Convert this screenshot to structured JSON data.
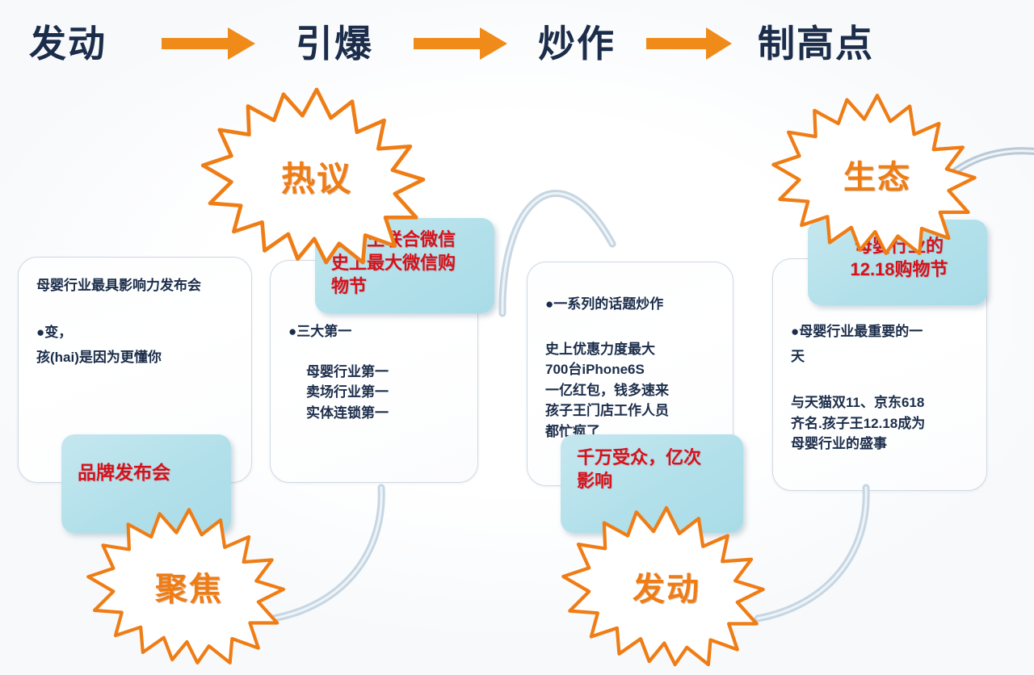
{
  "header": {
    "steps": [
      "发动",
      "引爆",
      "炒作",
      "制高点"
    ],
    "arrow_icon": "right-arrow-icon",
    "text_color": "#1b2d4a",
    "arrow_color": "#f08a18"
  },
  "theme": {
    "accent_orange": "#ef7d16",
    "label_red": "#d6111b",
    "label_box_bg": "#b2e0ea",
    "card_border": "#cfd9e4",
    "arc_color": "#c6d6e2",
    "background": "#ffffff"
  },
  "cards": [
    {
      "id": "card-1",
      "title": "母婴行业最具影响力发布会",
      "bullet": "●变，",
      "sub_lines": [
        "孩(hai)是因为更懂你"
      ],
      "extra_lines": []
    },
    {
      "id": "card-2",
      "title": "",
      "bullet": "●三大第一",
      "sub_lines": [
        "母婴行业第一",
        "卖场行业第一",
        "实体连锁第一"
      ],
      "extra_lines": []
    },
    {
      "id": "card-3",
      "title": "",
      "bullet": "●一系列的话题炒作",
      "sub_lines": [],
      "extra_lines": [
        "史上优惠力度最大",
        "700台iPhone6S",
        "一亿红包，钱多速来",
        "孩子王门店工作人员",
        "都忙疯了"
      ]
    },
    {
      "id": "card-4",
      "title": "",
      "bullet": "●母婴行业最重要的一",
      "sub_lines": [
        "天"
      ],
      "extra_lines": [
        "与天猫双11、京东618",
        "齐名.孩子王12.18成为",
        "母婴行业的盛事"
      ]
    }
  ],
  "labels": [
    {
      "id": "label-brand-launch",
      "lines": [
        "品牌发布会"
      ]
    },
    {
      "id": "label-wechat-festival",
      "lines": [
        "孩子王联合微信",
        "史上最大微信购",
        "物节"
      ]
    },
    {
      "id": "label-audience-impact",
      "lines": [
        "千万受众，亿次",
        "影响"
      ]
    },
    {
      "id": "label-1218-festival",
      "lines": [
        "母婴行业的",
        "12.18购物节"
      ]
    }
  ],
  "bursts": [
    {
      "id": "burst-reyi",
      "text": "热议"
    },
    {
      "id": "burst-shengtai",
      "text": "生态"
    },
    {
      "id": "burst-jujiao",
      "text": "聚焦"
    },
    {
      "id": "burst-fadong",
      "text": "发动"
    }
  ]
}
